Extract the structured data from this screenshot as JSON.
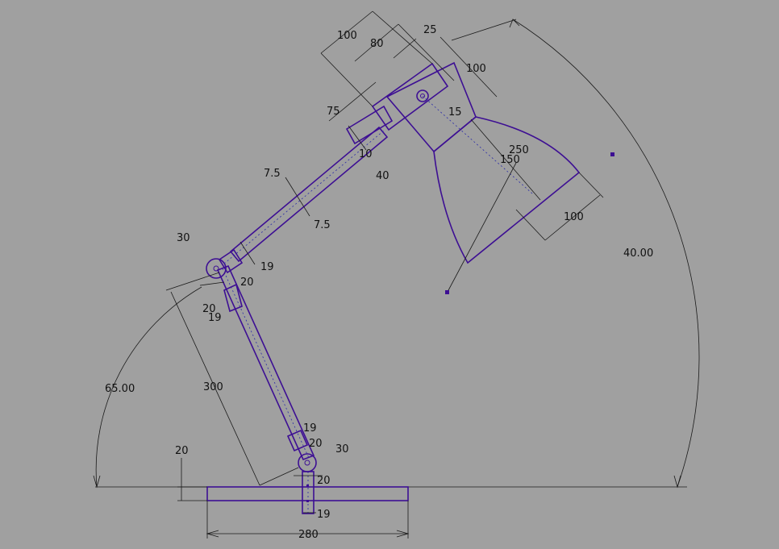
{
  "drawing": {
    "colors": {
      "background": "#a0a0a0",
      "geometry": "#3d0f93",
      "dimension": "#1a1a1a"
    },
    "dimensions": {
      "d_100_top": "100",
      "d_80": "80",
      "d_25": "25",
      "d_100_head": "100",
      "d_75": "75",
      "d_15": "15",
      "d_10": "10",
      "d_40": "40",
      "d_250": "250",
      "d_150": "150",
      "d_7_5_a": "7.5",
      "d_7_5_b": "7.5",
      "d_100_shade": "100",
      "d_30_elbow": "30",
      "d_19_elbow": "19",
      "d_20_elbow": "20",
      "d_20_low": "20",
      "d_19_low": "19",
      "d_40_00": "40.00",
      "d_65_00": "65.00",
      "d_300": "300",
      "d_19_base": "19",
      "d_20_base": "20",
      "d_30_base": "30",
      "d_20_pivot": "20",
      "d_20_left": "20",
      "d_19_bottom": "19",
      "d_280": "280"
    }
  }
}
